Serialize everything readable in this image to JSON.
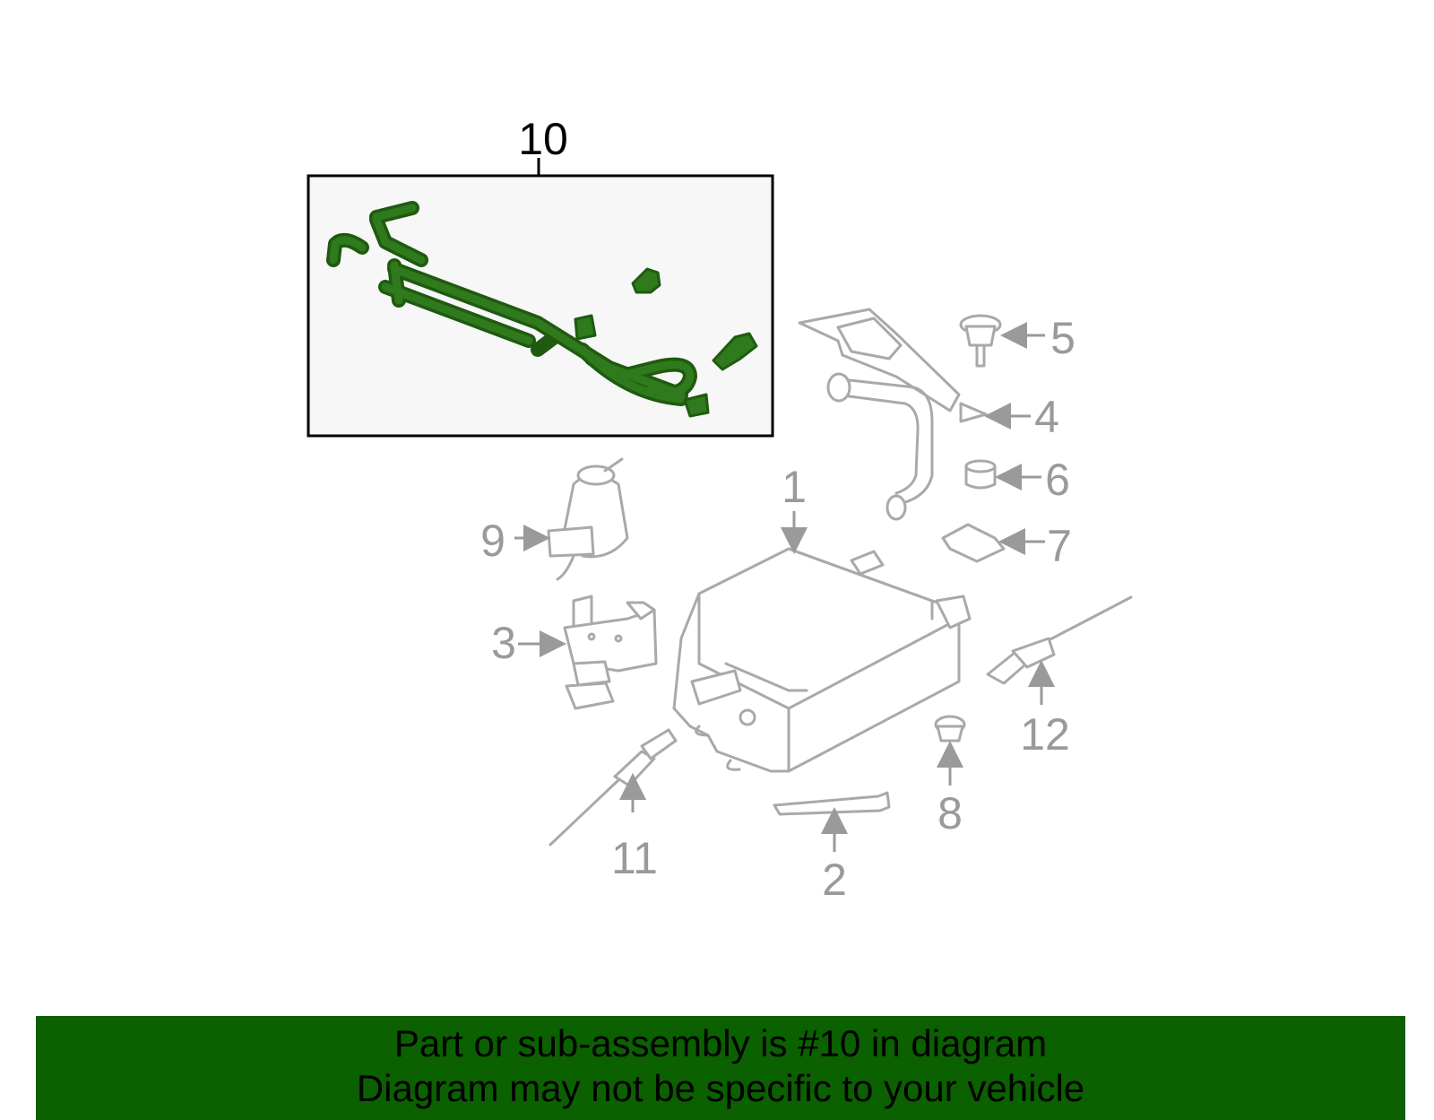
{
  "callouts": {
    "c1": "1",
    "c2": "2",
    "c3": "3",
    "c4": "4",
    "c5": "5",
    "c6": "6",
    "c7": "7",
    "c8": "8",
    "c9": "9",
    "c10": "10",
    "c11": "11",
    "c12": "12"
  },
  "banner": {
    "line1": "Part or sub-assembly is #10 in diagram",
    "line2": "Diagram may not be specific to your vehicle"
  },
  "colors": {
    "highlight_part": "#2f7a1c",
    "banner_background": "#0b6000",
    "callout_text": "#9a9a9a"
  }
}
